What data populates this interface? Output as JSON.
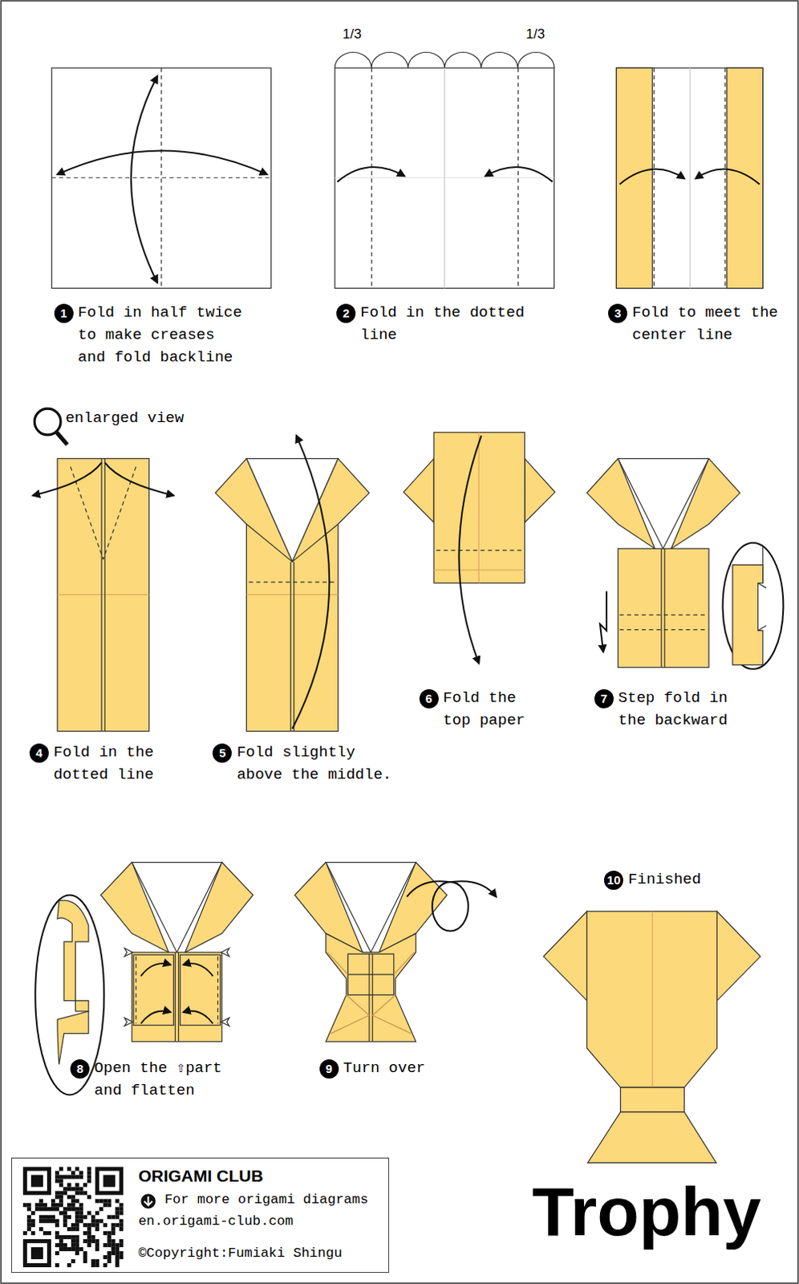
{
  "diagram": {
    "title": "Trophy",
    "nodes": [
      {
        "text": [
          "1",
          "Fold in half twice to make creases and fold backline"
        ]
      },
      {
        "text": [
          "2",
          "Fold in the dotted line"
        ]
      },
      {
        "text": [
          "3",
          "Fold to meet the center line"
        ]
      },
      {
        "text": [
          "4",
          "Fold in the dotted line"
        ]
      },
      {
        "text": [
          "5",
          "Fold slightly above the middle."
        ]
      },
      {
        "text": [
          "6",
          "Fold the top paper"
        ]
      },
      {
        "text": [
          "7",
          "Step fold in the backward"
        ]
      },
      {
        "text": [
          "8",
          "Open the ⇧part and flatten"
        ]
      },
      {
        "text": [
          "9",
          "Turn over"
        ]
      },
      {
        "text": [
          "10",
          "Finished"
        ]
      },
      {
        "text": [
          "ORIGAMI CLUB",
          "For more origami diagrams",
          "en.origami-club.com",
          "©Copyright:Fumiaki Shingu"
        ]
      }
    ],
    "labels": [
      "1/3",
      "1/3",
      "enlarged view"
    ]
  }
}
